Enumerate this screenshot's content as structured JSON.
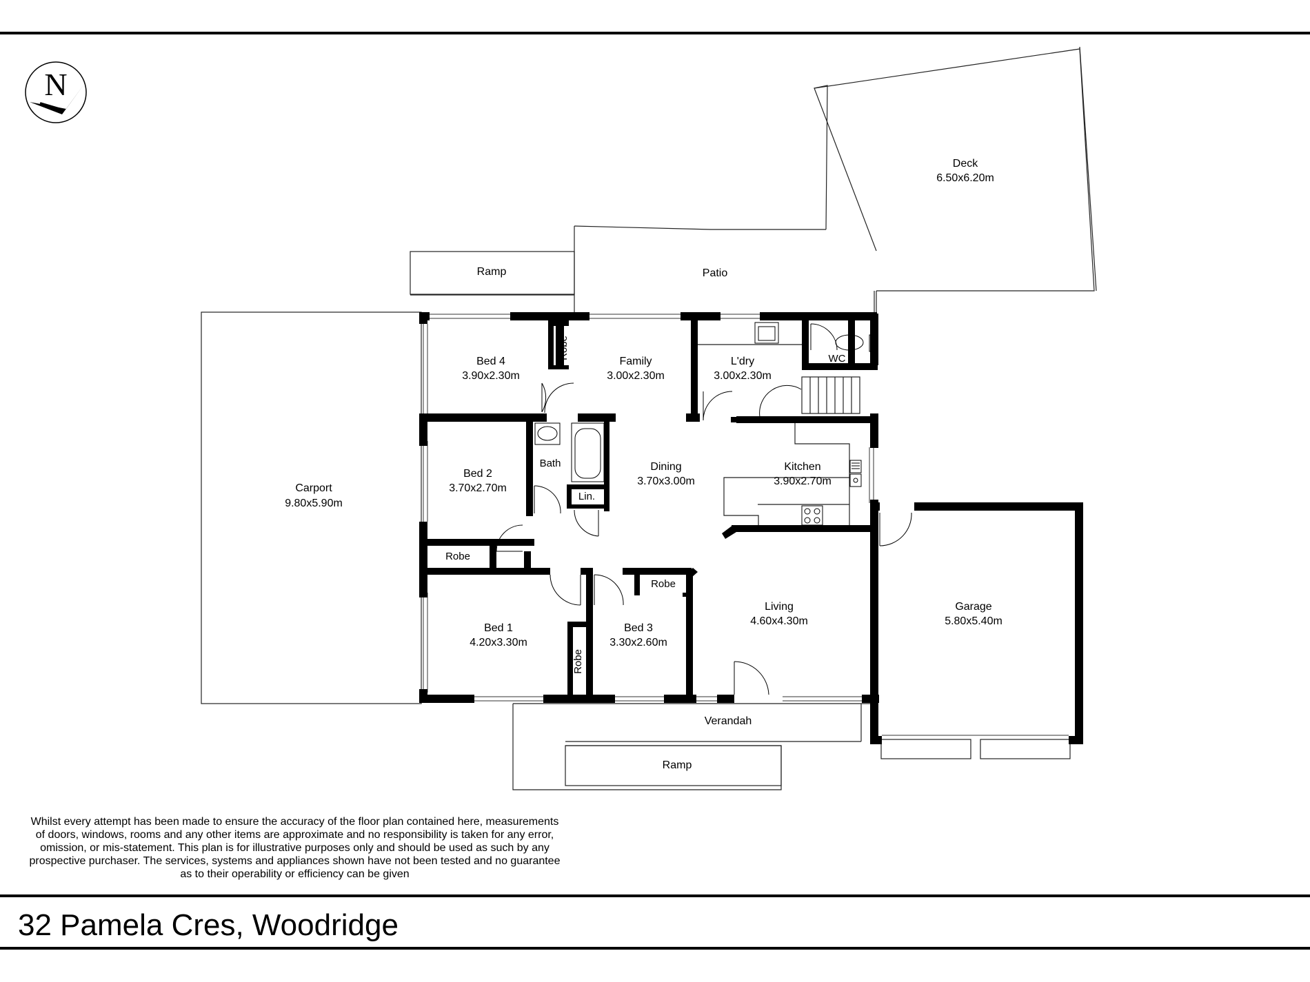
{
  "compass": {
    "letter": "N",
    "icon": "north-arrow-icon"
  },
  "rooms": {
    "deck": {
      "name": "Deck",
      "size": "6.50x6.20m"
    },
    "ramp_top": {
      "name": "Ramp"
    },
    "patio": {
      "name": "Patio"
    },
    "bed4": {
      "name": "Bed 4",
      "size": "3.90x2.30m"
    },
    "robe_bed4": {
      "name": "Robe"
    },
    "family": {
      "name": "Family",
      "size": "3.00x2.30m"
    },
    "laundry": {
      "name": "L'dry",
      "size": "3.00x2.30m"
    },
    "wc": {
      "name": "WC"
    },
    "carport": {
      "name": "Carport",
      "size": "9.80x5.90m"
    },
    "bed2": {
      "name": "Bed 2",
      "size": "3.70x2.70m"
    },
    "bath": {
      "name": "Bath"
    },
    "linen": {
      "name": "Lin."
    },
    "dining": {
      "name": "Dining",
      "size": "3.70x3.00m"
    },
    "kitchen": {
      "name": "Kitchen",
      "size": "3.90x2.70m"
    },
    "robe_bed2": {
      "name": "Robe"
    },
    "robe_bed3": {
      "name": "Robe"
    },
    "bed1": {
      "name": "Bed 1",
      "size": "4.20x3.30m"
    },
    "robe_bed1": {
      "name": "Robe"
    },
    "bed3": {
      "name": "Bed 3",
      "size": "3.30x2.60m"
    },
    "living": {
      "name": "Living",
      "size": "4.60x4.30m"
    },
    "garage": {
      "name": "Garage",
      "size": "5.80x5.40m"
    },
    "verandah": {
      "name": "Verandah"
    },
    "ramp_bottom": {
      "name": "Ramp"
    }
  },
  "disclaimer": {
    "lines": [
      "Whilst every attempt has been made to ensure the accuracy of the floor plan contained here, measurements",
      "of doors, windows, rooms and any other items are approximate and no responsibility is taken for any error,",
      "omission, or mis-statement. This plan is for illustrative purposes only and should be used as such by any",
      "prospective purchaser. The services, systems and appliances shown have not been tested and no guarantee",
      "as to their operability or efficiency can be given"
    ]
  },
  "address": "32 Pamela Cres, Woodridge"
}
